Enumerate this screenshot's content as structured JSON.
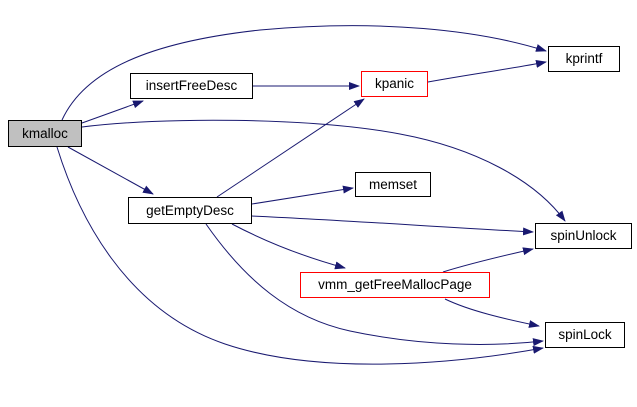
{
  "diagram": {
    "type": "call-graph",
    "focus_function": "kmalloc",
    "nodes": [
      {
        "id": "kmalloc",
        "label": "kmalloc",
        "style": "current"
      },
      {
        "id": "insertFreeDesc",
        "label": "insertFreeDesc",
        "style": "normal"
      },
      {
        "id": "kpanic",
        "label": "kpanic",
        "style": "highlighted"
      },
      {
        "id": "kprintf",
        "label": "kprintf",
        "style": "normal"
      },
      {
        "id": "memset",
        "label": "memset",
        "style": "normal"
      },
      {
        "id": "getEmptyDesc",
        "label": "getEmptyDesc",
        "style": "normal"
      },
      {
        "id": "spinUnlock",
        "label": "spinUnlock",
        "style": "normal"
      },
      {
        "id": "vmm_getFreeMallocPage",
        "label": "vmm_getFreeMallocPage",
        "style": "highlighted"
      },
      {
        "id": "spinLock",
        "label": "spinLock",
        "style": "normal"
      }
    ],
    "edges": [
      {
        "from": "kmalloc",
        "to": "kprintf"
      },
      {
        "from": "kmalloc",
        "to": "insertFreeDesc"
      },
      {
        "from": "kmalloc",
        "to": "spinUnlock"
      },
      {
        "from": "kmalloc",
        "to": "getEmptyDesc"
      },
      {
        "from": "kmalloc",
        "to": "spinLock"
      },
      {
        "from": "insertFreeDesc",
        "to": "kpanic"
      },
      {
        "from": "kpanic",
        "to": "kprintf"
      },
      {
        "from": "getEmptyDesc",
        "to": "kpanic"
      },
      {
        "from": "getEmptyDesc",
        "to": "memset"
      },
      {
        "from": "getEmptyDesc",
        "to": "spinUnlock"
      },
      {
        "from": "getEmptyDesc",
        "to": "vmm_getFreeMallocPage"
      },
      {
        "from": "getEmptyDesc",
        "to": "spinLock"
      },
      {
        "from": "vmm_getFreeMallocPage",
        "to": "spinUnlock"
      },
      {
        "from": "vmm_getFreeMallocPage",
        "to": "spinLock"
      }
    ],
    "colors": {
      "edge": "#191970",
      "node_border": "#000000",
      "node_fill": "#ffffff",
      "current_node_fill": "#c0c0c0",
      "highlight_border": "#ff0000",
      "background": "#ffffff",
      "text": "#000000"
    }
  }
}
